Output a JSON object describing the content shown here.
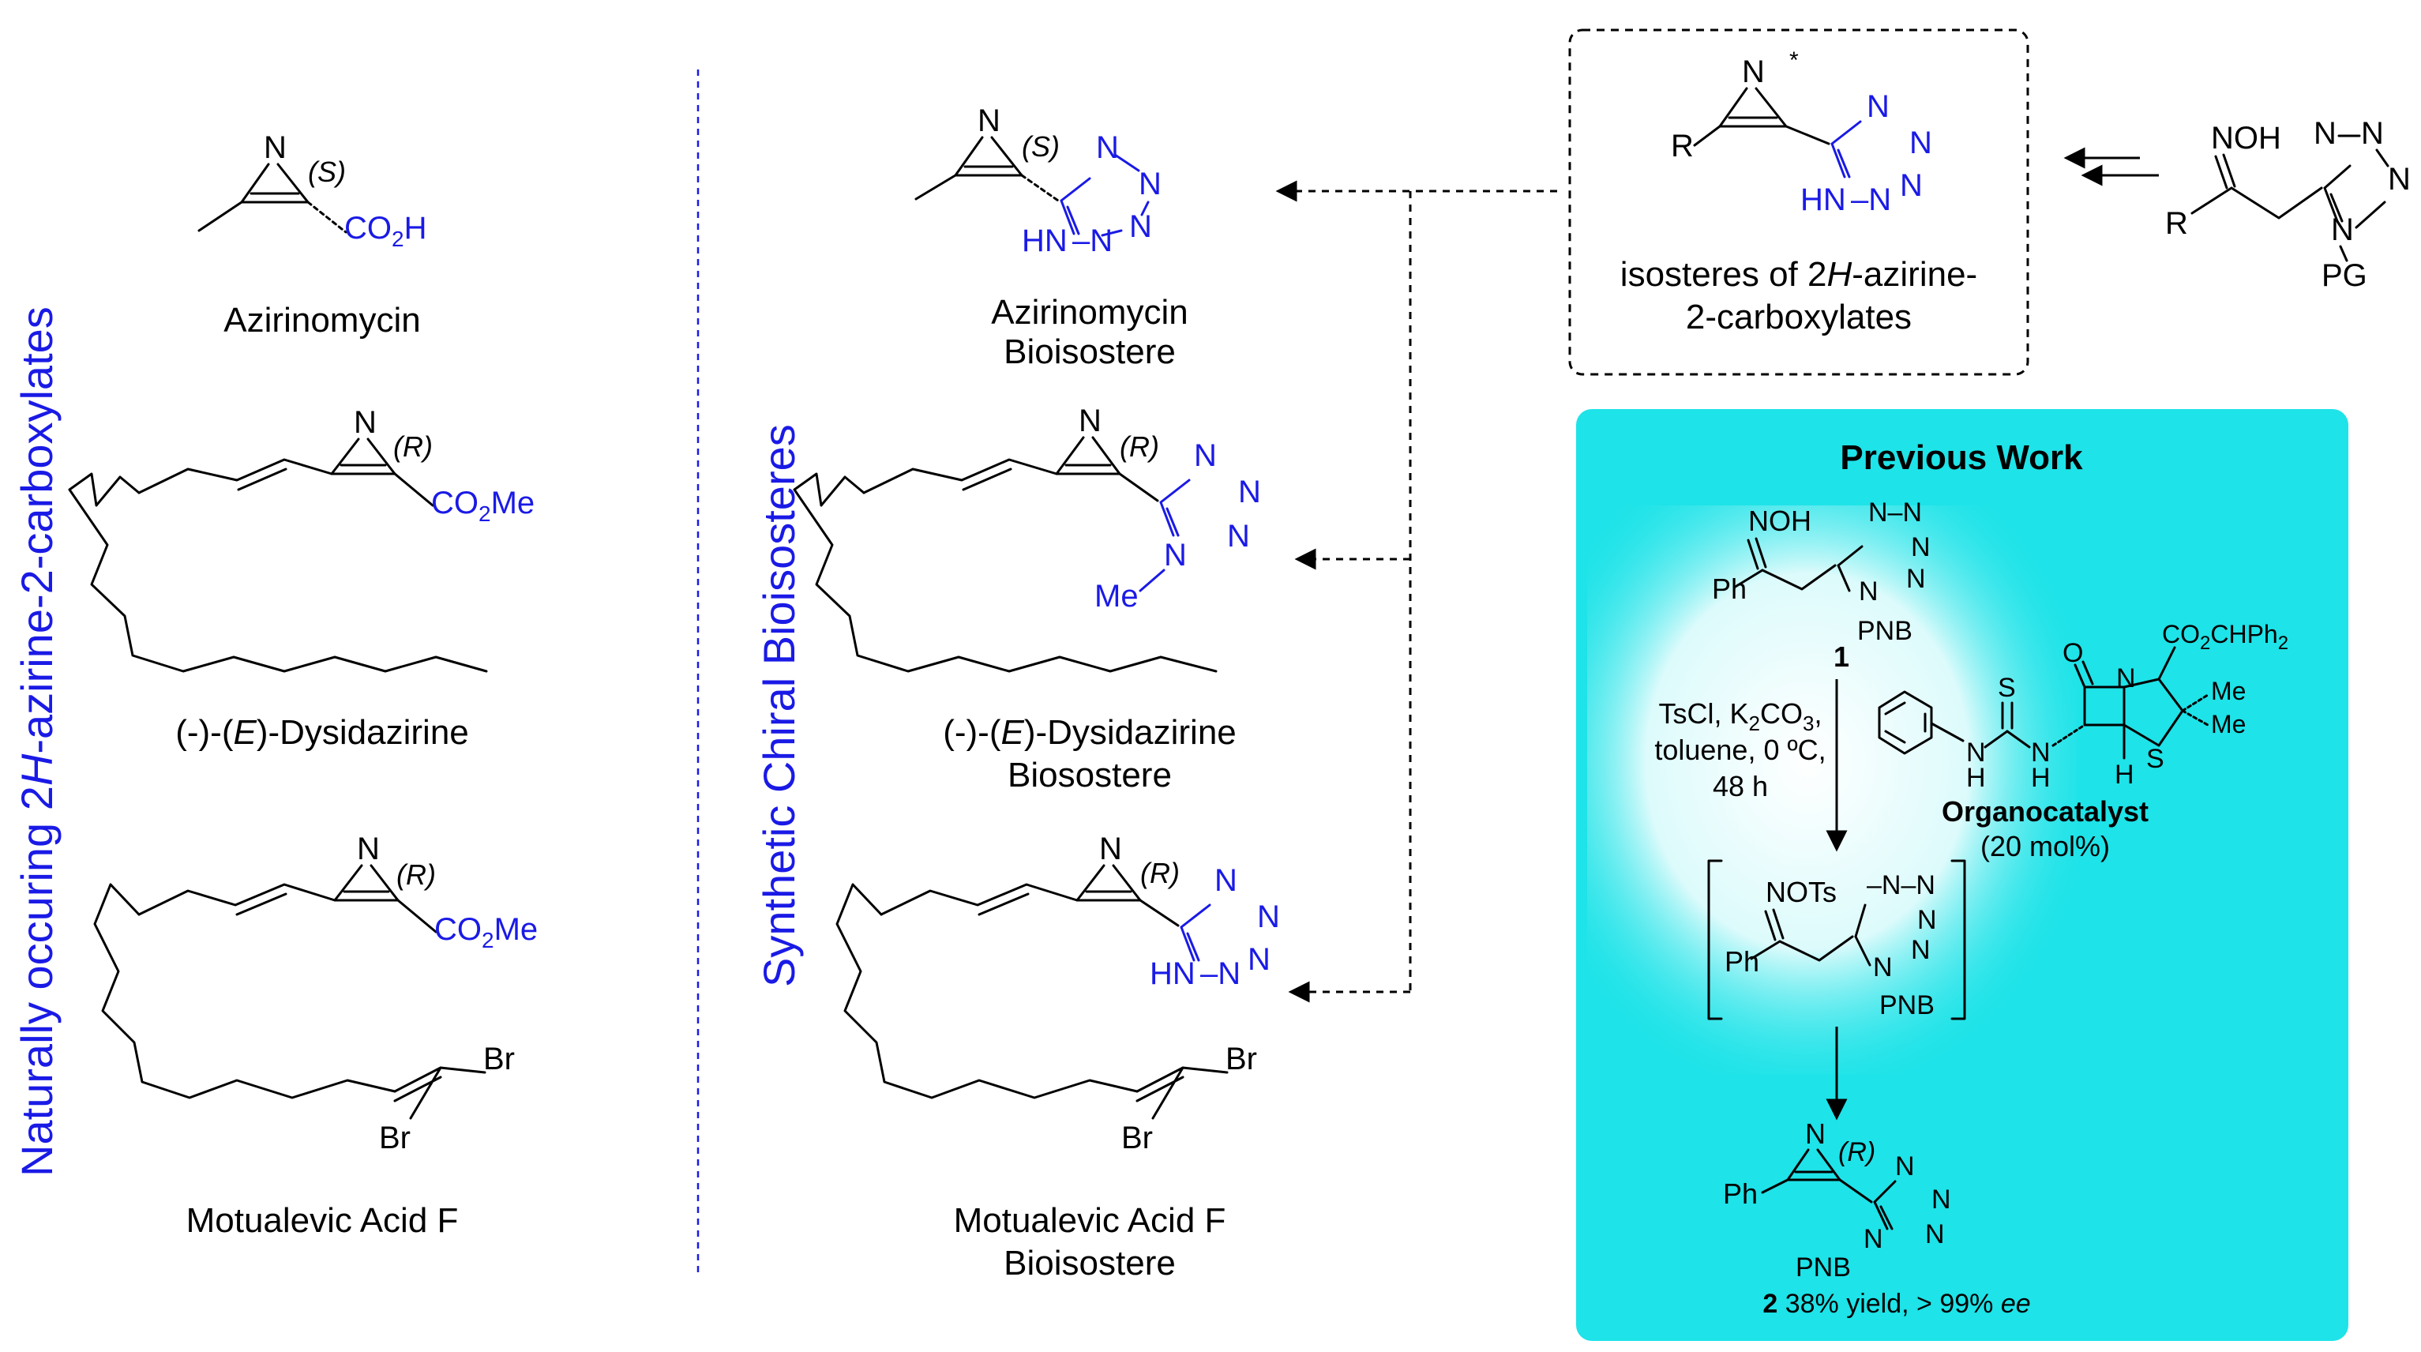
{
  "left_panel": {
    "vertical_title": "Naturally occuring 2H-azirine-2-carboxylates",
    "azirinomycin": {
      "name": "Azirinomycin",
      "stereo": "(S)",
      "acid": "CO2H"
    },
    "dysidazirine": {
      "name": "(-)-(E)-Dysidazirine",
      "stereo": "(R)",
      "ester": "CO2Me"
    },
    "motualevic": {
      "name": "Motualevic Acid F",
      "stereo": "(R)",
      "ester": "CO2Me",
      "br1": "Br",
      "br2": "Br"
    }
  },
  "middle_panel": {
    "vertical_title": "Synthetic Chiral Bioisosteres",
    "azirinomycin_bio": {
      "name_line1": "Azirinomycin",
      "name_line2": "Bioisostere",
      "stereo": "(S)",
      "nh": "HN"
    },
    "dysidazirine_bio": {
      "name_line1": "(-)-(E)-Dysidazirine",
      "name_line2": "Biosostere",
      "stereo": "(R)",
      "nme": "Me"
    },
    "motualevic_bio": {
      "name_line1": "Motualevic Acid F",
      "name_line2": "Bioisostere",
      "stereo": "(R)",
      "nh": "HN",
      "br1": "Br",
      "br2": "Br"
    }
  },
  "isostere_box": {
    "r": "R",
    "star": "*",
    "nh": "HN",
    "caption_line1": "isosteres of 2H-azirine-",
    "caption_line2": "2-carboxylates"
  },
  "precursor": {
    "noh": "NOH",
    "r": "R",
    "pg": "PG"
  },
  "previous_work": {
    "title": "Previous Work",
    "colors": {
      "panel": "#1ee3e8",
      "glow": "#ffffff",
      "blue": "#1a1ae6"
    },
    "compound1": {
      "noh": "NOH",
      "ph": "Ph",
      "pnb": "PNB",
      "label": "1"
    },
    "conditions": [
      "TsCl, K2CO3,",
      "toluene, 0 ºC,",
      "48 h"
    ],
    "catalyst": {
      "co2": "CO2CHPh2",
      "me1": "Me",
      "me2": "Me",
      "s_thioether": "S",
      "s_thiourea": "S",
      "o": "O",
      "name": "Organocatalyst",
      "loading": "(20 mol%)"
    },
    "intermediate": {
      "nots": "NOTs",
      "ph": "Ph",
      "pnb": "PNB"
    },
    "product": {
      "ph": "Ph",
      "stereo": "(R)",
      "pnb": "PNB",
      "label": "2",
      "yield_text": "38% yield, > 99%",
      "ee": "ee"
    }
  }
}
